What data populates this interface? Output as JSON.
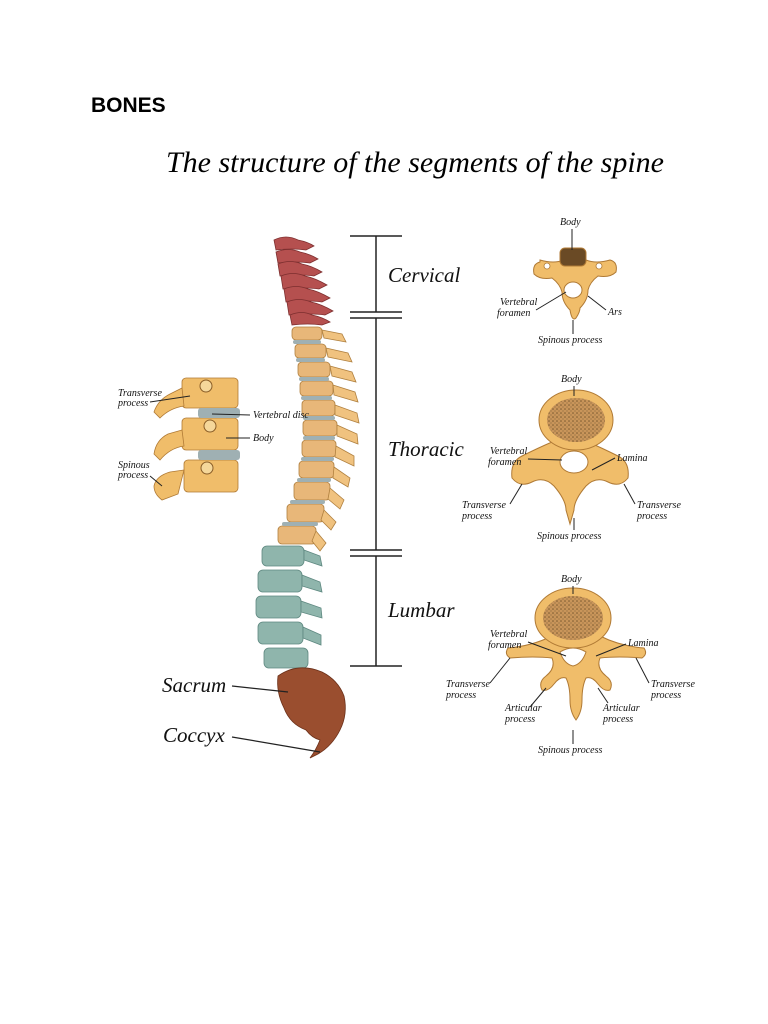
{
  "page": {
    "heading": "BONES",
    "figure_title": "The structure of the segments of the spine"
  },
  "regions": {
    "cervical": "Cervical",
    "thoracic": "Thoracic",
    "lumbar": "Lumbar",
    "sacrum": "Sacrum",
    "coccyx": "Coccyx"
  },
  "side_view": {
    "transverse_process": [
      "Transverse",
      "process"
    ],
    "vertebral_disc": "Vertebral disc",
    "body": "Body",
    "spinous_process": [
      "Spinous",
      "process"
    ]
  },
  "cervical_vertebra": {
    "body": "Body",
    "vertebral_foramen": [
      "Vertebral",
      "foramen"
    ],
    "ars": "Ars",
    "spinous_process": "Spinous process"
  },
  "thoracic_vertebra": {
    "body": "Body",
    "vertebral_foramen": [
      "Vertebral",
      "foramen"
    ],
    "lamina": "Lamina",
    "transverse_process_left": [
      "Transverse",
      "process"
    ],
    "transverse_process_right": [
      "Transverse",
      "process"
    ],
    "spinous_process": "Spinous process"
  },
  "lumbar_vertebra": {
    "body": "Body",
    "vertebral_foramen": [
      "Vertebral",
      "foramen"
    ],
    "lamina": "Lamina",
    "transverse_process_left": [
      "Transverse",
      "process"
    ],
    "transverse_process_right": [
      "Transverse",
      "process"
    ],
    "articular_process_left": [
      "Articular",
      "process"
    ],
    "articular_process_right": [
      "Articular",
      "process"
    ],
    "spinous_process": "Spinous process"
  },
  "colors": {
    "cervical": "#b5504f",
    "thoracic": "#e8b779",
    "lumbar": "#8fb5ac",
    "sacrum": "#9a4e2f",
    "bone": "#f0bd6a",
    "bone_dark": "#c08a3e",
    "disc": "#9fb0b3",
    "body_cancellous": "#8a6a3e"
  }
}
